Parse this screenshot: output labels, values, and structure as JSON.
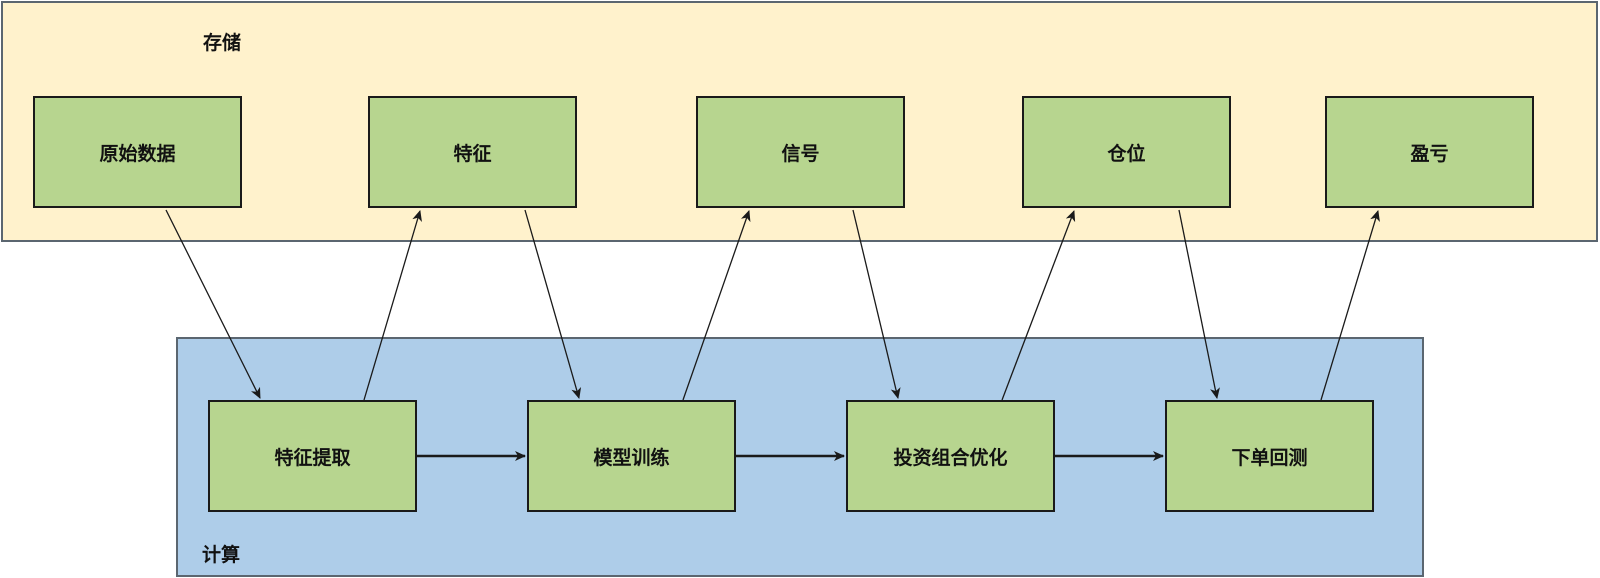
{
  "groups": {
    "storage": {
      "label": "存储"
    },
    "compute": {
      "label": "计算"
    }
  },
  "storage_nodes": [
    {
      "id": "raw-data",
      "label": "原始数据"
    },
    {
      "id": "feature",
      "label": "特征"
    },
    {
      "id": "signal",
      "label": "信号"
    },
    {
      "id": "position",
      "label": "仓位"
    },
    {
      "id": "pnl",
      "label": "盈亏"
    }
  ],
  "compute_nodes": [
    {
      "id": "feature-extraction",
      "label": "特征提取"
    },
    {
      "id": "model-training",
      "label": "模型训练"
    },
    {
      "id": "portfolio-optimization",
      "label": "投资组合优化"
    },
    {
      "id": "order-backtest",
      "label": "下单回测"
    }
  ],
  "edges": [
    {
      "from": "raw-data",
      "to": "feature-extraction"
    },
    {
      "from": "feature-extraction",
      "to": "feature"
    },
    {
      "from": "feature",
      "to": "model-training"
    },
    {
      "from": "model-training",
      "to": "signal"
    },
    {
      "from": "signal",
      "to": "portfolio-optimization"
    },
    {
      "from": "portfolio-optimization",
      "to": "position"
    },
    {
      "from": "position",
      "to": "order-backtest"
    },
    {
      "from": "order-backtest",
      "to": "pnl"
    },
    {
      "from": "feature-extraction",
      "to": "model-training"
    },
    {
      "from": "model-training",
      "to": "portfolio-optimization"
    },
    {
      "from": "portfolio-optimization",
      "to": "order-backtest"
    }
  ],
  "colors": {
    "storage_fill": "#fff2cc",
    "compute_fill": "#aecde9",
    "node_fill": "#b7d58f",
    "stroke": "#1a1a1a"
  }
}
